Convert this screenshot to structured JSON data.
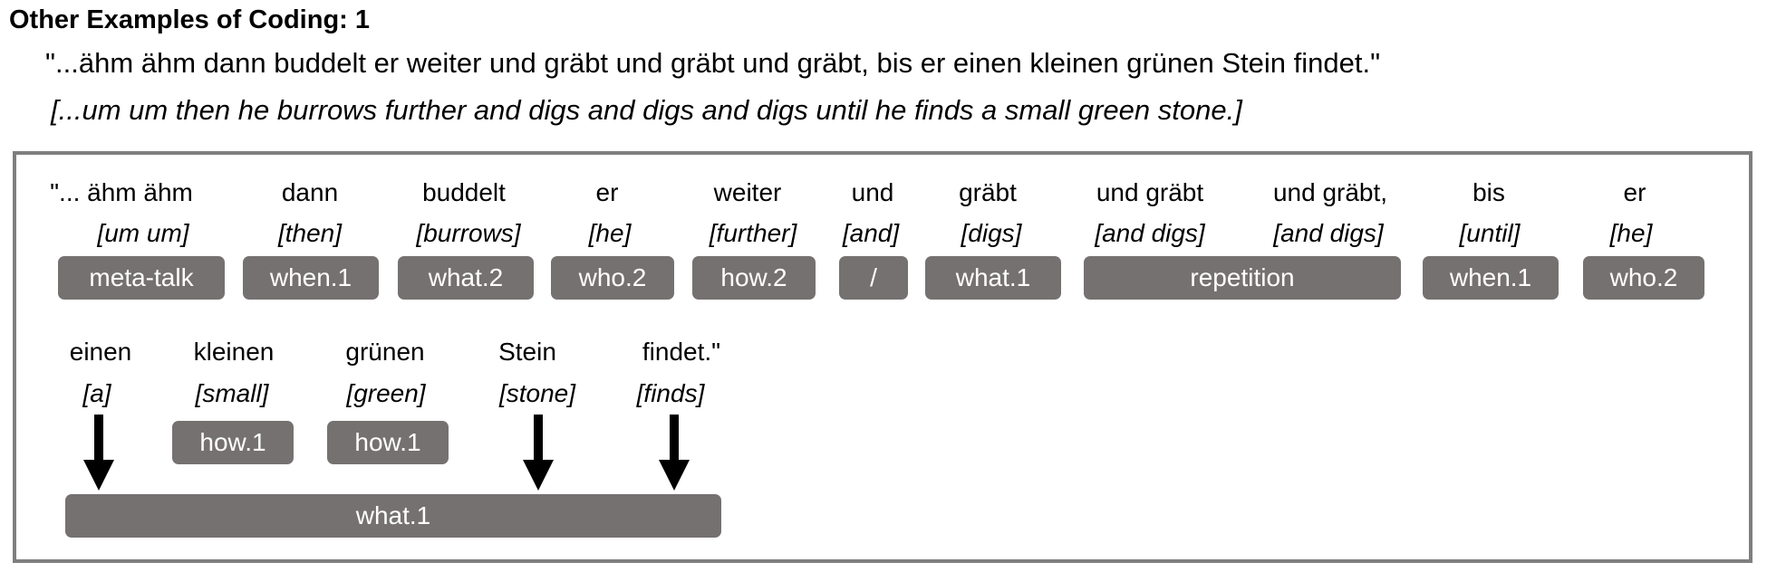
{
  "title": "Other Examples of Coding: 1",
  "quote": "\"...ähm ähm dann buddelt er weiter und gräbt und gräbt und gräbt, bis er einen kleinen grünen Stein findet.\"",
  "translation": "[...um um then he burrows further and digs and digs and digs until he finds a small green stone.]",
  "row1": {
    "words": [
      "\"... ähm ähm",
      "dann",
      "buddelt",
      "er",
      "weiter",
      "und",
      "gräbt",
      "und gräbt",
      "und gräbt,",
      "bis",
      "er"
    ],
    "glosses": [
      "[um um]",
      "[then]",
      "[burrows]",
      "[he]",
      "[further]",
      "[and]",
      "[digs]",
      "[and digs]",
      "[and digs]",
      "[until]",
      "[he]"
    ],
    "codes": [
      "meta-talk",
      "when.1",
      "what.2",
      "who.2",
      "how.2",
      "/",
      "what.1",
      "repetition",
      "when.1",
      "who.2"
    ]
  },
  "row2": {
    "words": [
      "einen",
      "kleinen",
      "grünen",
      "Stein",
      "findet.\""
    ],
    "glosses": [
      "[a]",
      "[small]",
      "[green]",
      "[stone]",
      "[finds]"
    ],
    "codes": [
      "how.1",
      "how.1"
    ],
    "span_code": "what.1"
  },
  "colors": {
    "code_box": "#767171",
    "code_text": "#ffffff",
    "frame_border": "#7f7f7f",
    "arrow": "#000000"
  }
}
